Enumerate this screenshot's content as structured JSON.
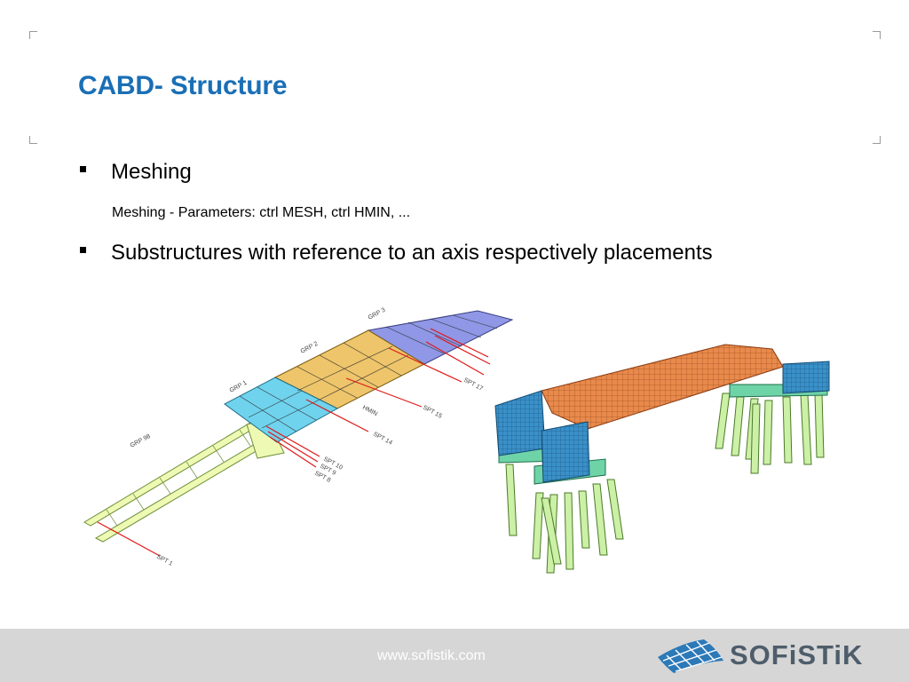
{
  "slide": {
    "title": "CABD- Structure",
    "bullets": [
      {
        "text": "Meshing",
        "sub": "Meshing - Parameters: ctrl MESH, ctrl HMIN, ..."
      },
      {
        "text": "Substructures with reference to an axis respectively placements"
      }
    ]
  },
  "figure_left": {
    "labels": {
      "grp3": "GRP 3",
      "grp2": "GRP 2",
      "grp1": "GRP 1",
      "grp98": "GRP 98",
      "spt17": "SPT 17",
      "spt15": "SPT 15",
      "hmin": "HMIN",
      "spt14": "SPT 14",
      "spt10": "SPT 10",
      "spt9": "SPT 9",
      "spt8": "SPT 8",
      "spt1": "SPT 1"
    }
  },
  "footer": {
    "url": "www.sofistik.com",
    "logo_text": "SOFiSTiK",
    "logo_icon": "sofistik-mesh-logo-icon"
  },
  "colors": {
    "title": "#1a6fb5",
    "grp3": "#8f97e6",
    "grp2": "#eec56a",
    "grp1": "#6fd3ee",
    "grp98": "#eefab4",
    "spt_line": "#e01818",
    "deck": "#e88a4c",
    "abutment": "#3a90c8",
    "pile": "#ccf0a6"
  }
}
